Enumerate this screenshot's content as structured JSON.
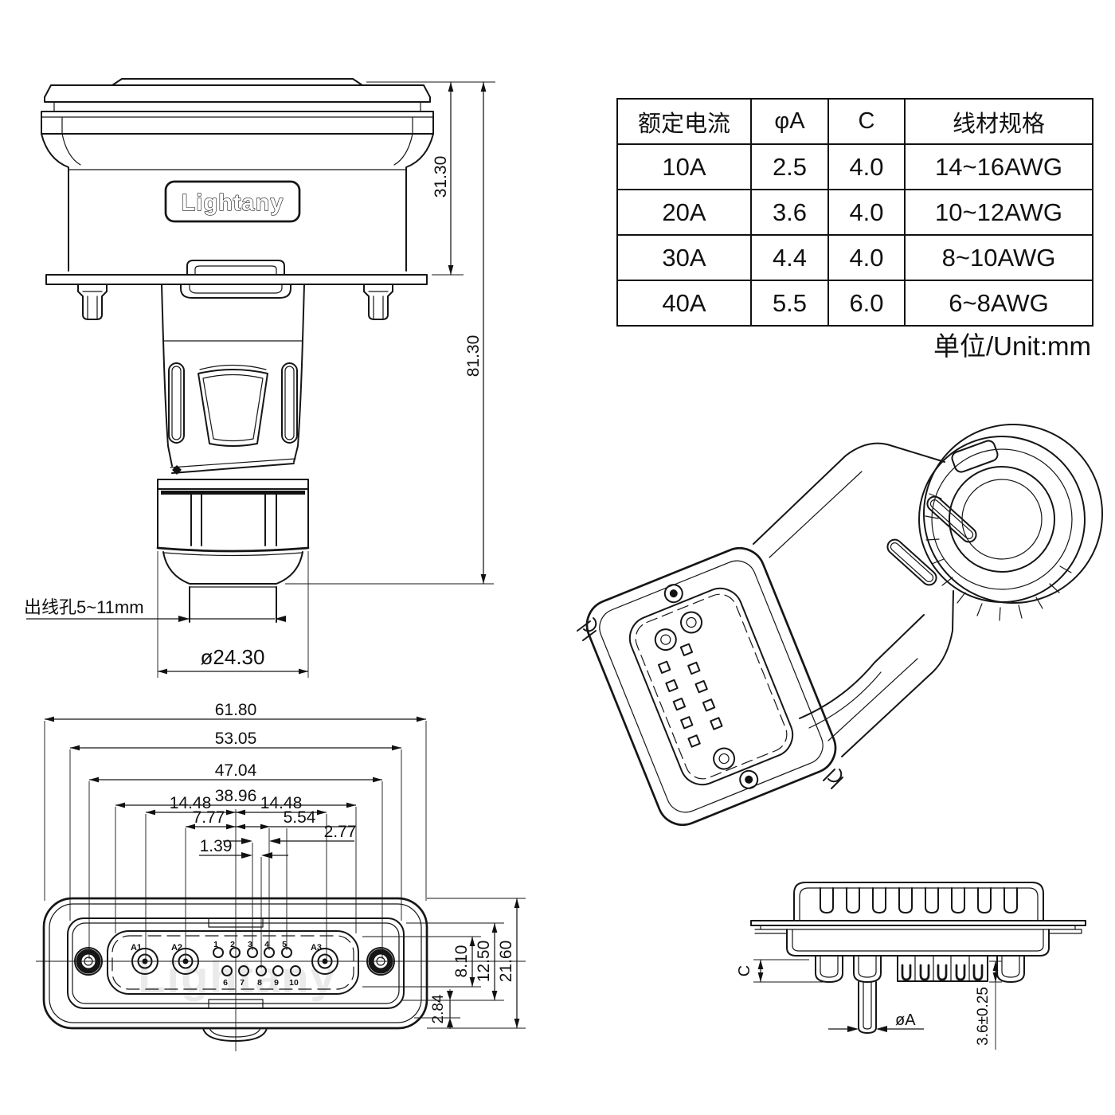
{
  "brand": "Lightany",
  "unit_note": "单位/Unit:mm",
  "table": {
    "headers": [
      "额定电流",
      "φA",
      "C",
      "线材规格"
    ],
    "rows": [
      [
        "10A",
        "2.5",
        "4.0",
        "14~16AWG"
      ],
      [
        "20A",
        "3.6",
        "4.0",
        "10~12AWG"
      ],
      [
        "30A",
        "4.4",
        "4.0",
        "8~10AWG"
      ],
      [
        "40A",
        "5.5",
        "6.0",
        "6~8AWG"
      ]
    ]
  },
  "front_view": {
    "dim_hood_height": "31.30",
    "dim_total_height": "81.30",
    "cable_hole_label": "出线孔5~11mm",
    "gland_diameter": "ø24.30"
  },
  "face_view": {
    "width_dims": [
      "61.80",
      "53.05",
      "47.04",
      "38.96",
      "14.48",
      "14.48",
      "7.77",
      "5.54",
      "2.77",
      "1.39"
    ],
    "height_dims": [
      "8.10",
      "12.50",
      "21.60",
      "2.84"
    ],
    "power_pins": [
      "A1",
      "A2",
      "A3"
    ],
    "signal_pins_top": [
      "1",
      "2",
      "3",
      "4",
      "5"
    ],
    "signal_pins_bottom": [
      "6",
      "7",
      "8",
      "9",
      "10"
    ]
  },
  "side_view": {
    "dim_cup_height": "C",
    "dim_cup_diameter": "øA",
    "dim_tail": "3.6±0.25"
  },
  "colors": {
    "line": "#161616",
    "background": "#ffffff",
    "watermark": "#d9d9d9"
  }
}
